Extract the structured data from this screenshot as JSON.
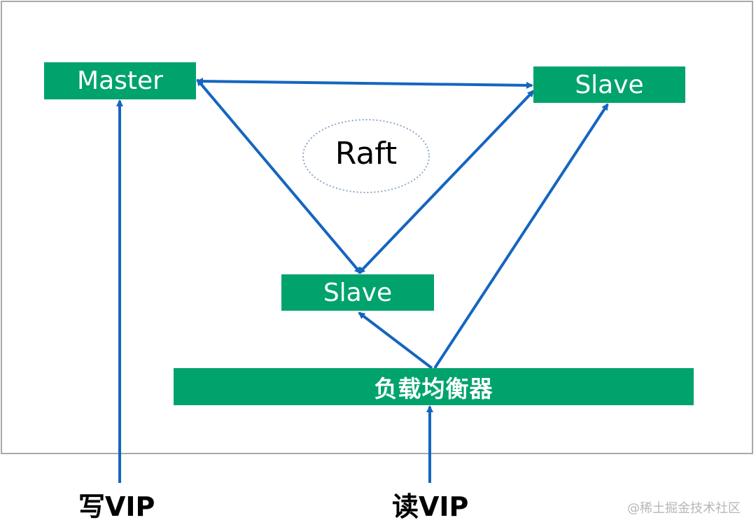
{
  "colors": {
    "node_fill": "#00A36C",
    "arrow": "#1565C0",
    "frame": "#A9A9A9",
    "raft_ellipse": "#8FA8C8"
  },
  "nodes": {
    "master": "Master",
    "slave_right": "Slave",
    "slave_bottom": "Slave",
    "load_balancer": "负载均衡器"
  },
  "raft": {
    "label": "Raft"
  },
  "vips": {
    "write": "写VIP",
    "read": "读VIP"
  },
  "watermark": "@稀土掘金技术社区",
  "connections": [
    {
      "from": "master",
      "to": "slave_right",
      "direction": "both"
    },
    {
      "from": "master",
      "to": "slave_bottom",
      "direction": "both"
    },
    {
      "from": "slave_right",
      "to": "slave_bottom",
      "direction": "both"
    },
    {
      "from": "load_balancer",
      "to": "slave_bottom",
      "direction": "forward"
    },
    {
      "from": "load_balancer",
      "to": "slave_right",
      "direction": "forward"
    },
    {
      "from": "write_vip",
      "to": "master",
      "direction": "forward"
    },
    {
      "from": "read_vip",
      "to": "load_balancer",
      "direction": "forward"
    }
  ]
}
